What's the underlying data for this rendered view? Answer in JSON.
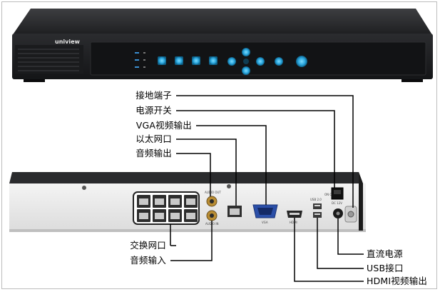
{
  "device": {
    "brand": "uniview",
    "rear_tags": {
      "audio_out": "AUDIO OUT",
      "audio_in": "AUDIO IN",
      "vga": "VGA",
      "hdmi": "HDMI",
      "usb": "USB 2.0",
      "dc": "DC 12V",
      "power": "ON OFF"
    }
  },
  "labels": {
    "ground_terminal": "接地端子",
    "power_switch": "电源开关",
    "vga_output": "VGA视频输出",
    "ethernet_port": "以太网口",
    "audio_output": "音频输出",
    "switch_ports": "交换网口",
    "audio_input": "音频输入",
    "dc_power": "直流电源",
    "usb_port": "USB接口",
    "hdmi_output": "HDMI视频输出"
  },
  "colors": {
    "chassis": "#2a2b2d",
    "front_panel": "#1b1c1e",
    "button_glow": "#38b6e8",
    "callout_line": "#000000"
  }
}
